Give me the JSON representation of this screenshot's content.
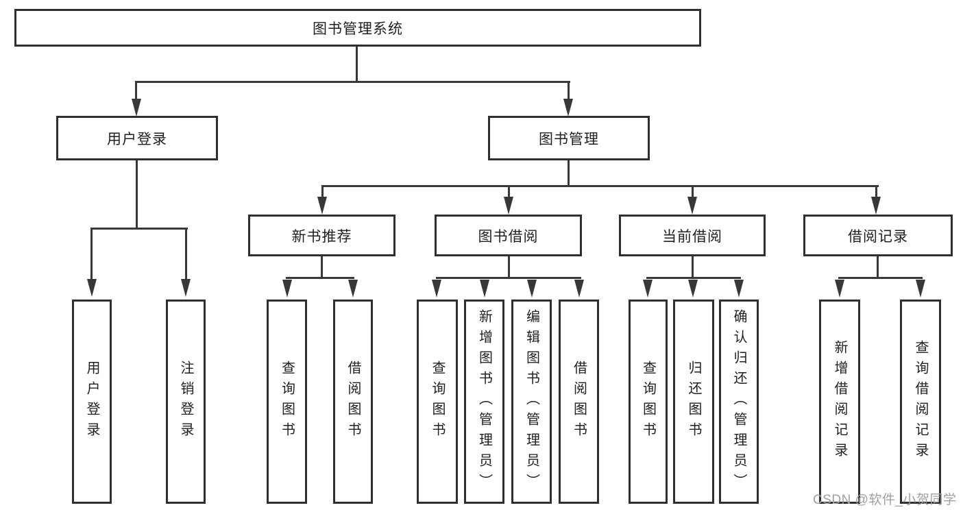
{
  "diagram_type": "hierarchy-tree",
  "tree": {
    "label": "图书管理系统",
    "children": [
      {
        "label": "用户登录",
        "children": [
          {
            "label": "用户登录"
          },
          {
            "label": "注销登录"
          }
        ]
      },
      {
        "label": "图书管理",
        "children": [
          {
            "label": "新书推荐",
            "children": [
              {
                "label": "查询图书"
              },
              {
                "label": "借阅图书"
              }
            ]
          },
          {
            "label": "图书借阅",
            "children": [
              {
                "label": "查询图书"
              },
              {
                "label": "新增图书（管理员）"
              },
              {
                "label": "编辑图书（管理员）"
              },
              {
                "label": "借阅图书"
              }
            ]
          },
          {
            "label": "当前借阅",
            "children": [
              {
                "label": "查询图书"
              },
              {
                "label": "归还图书"
              },
              {
                "label": "确认归还（管理员）"
              }
            ]
          },
          {
            "label": "借阅记录",
            "children": [
              {
                "label": "新增借阅记录"
              },
              {
                "label": "查询借阅记录"
              }
            ]
          }
        ]
      }
    ]
  },
  "watermark": {
    "text": "CSDN @软件_小贺同学"
  },
  "colors": {
    "background": "#ffffff",
    "box_border": "#2f2f2f",
    "line": "#383838",
    "text": "#1f1f1f",
    "watermark": "#a0a0a0"
  }
}
